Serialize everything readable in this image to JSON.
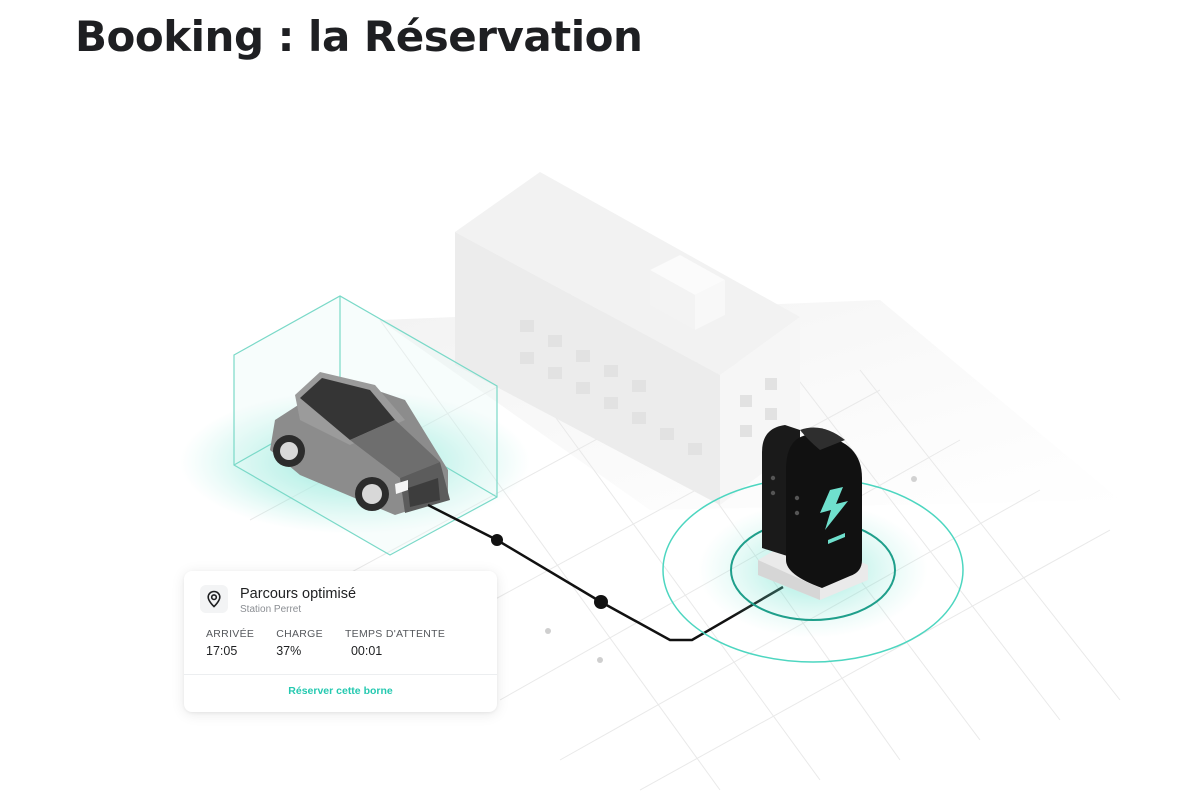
{
  "page": {
    "title": "Booking : la Réservation"
  },
  "route_card": {
    "title": "Parcours optimisé",
    "subtitle": "Station Perret",
    "stats": [
      {
        "label": "ARRIVÉE",
        "value": "17:05"
      },
      {
        "label": "CHARGE",
        "value": "37%"
      },
      {
        "label": "TEMPS D'ATTENTE",
        "value": "00:01"
      }
    ],
    "action_label": "Réserver cette borne"
  },
  "illustration": {
    "car": "car-icon",
    "charger": "charging-station-icon",
    "building": "building-icon",
    "pin": "location-pin-icon"
  },
  "colors": {
    "accent": "#2bd4b9",
    "accent_text": "#25c9b0",
    "title": "#1e1f22",
    "charger": "#151515"
  }
}
